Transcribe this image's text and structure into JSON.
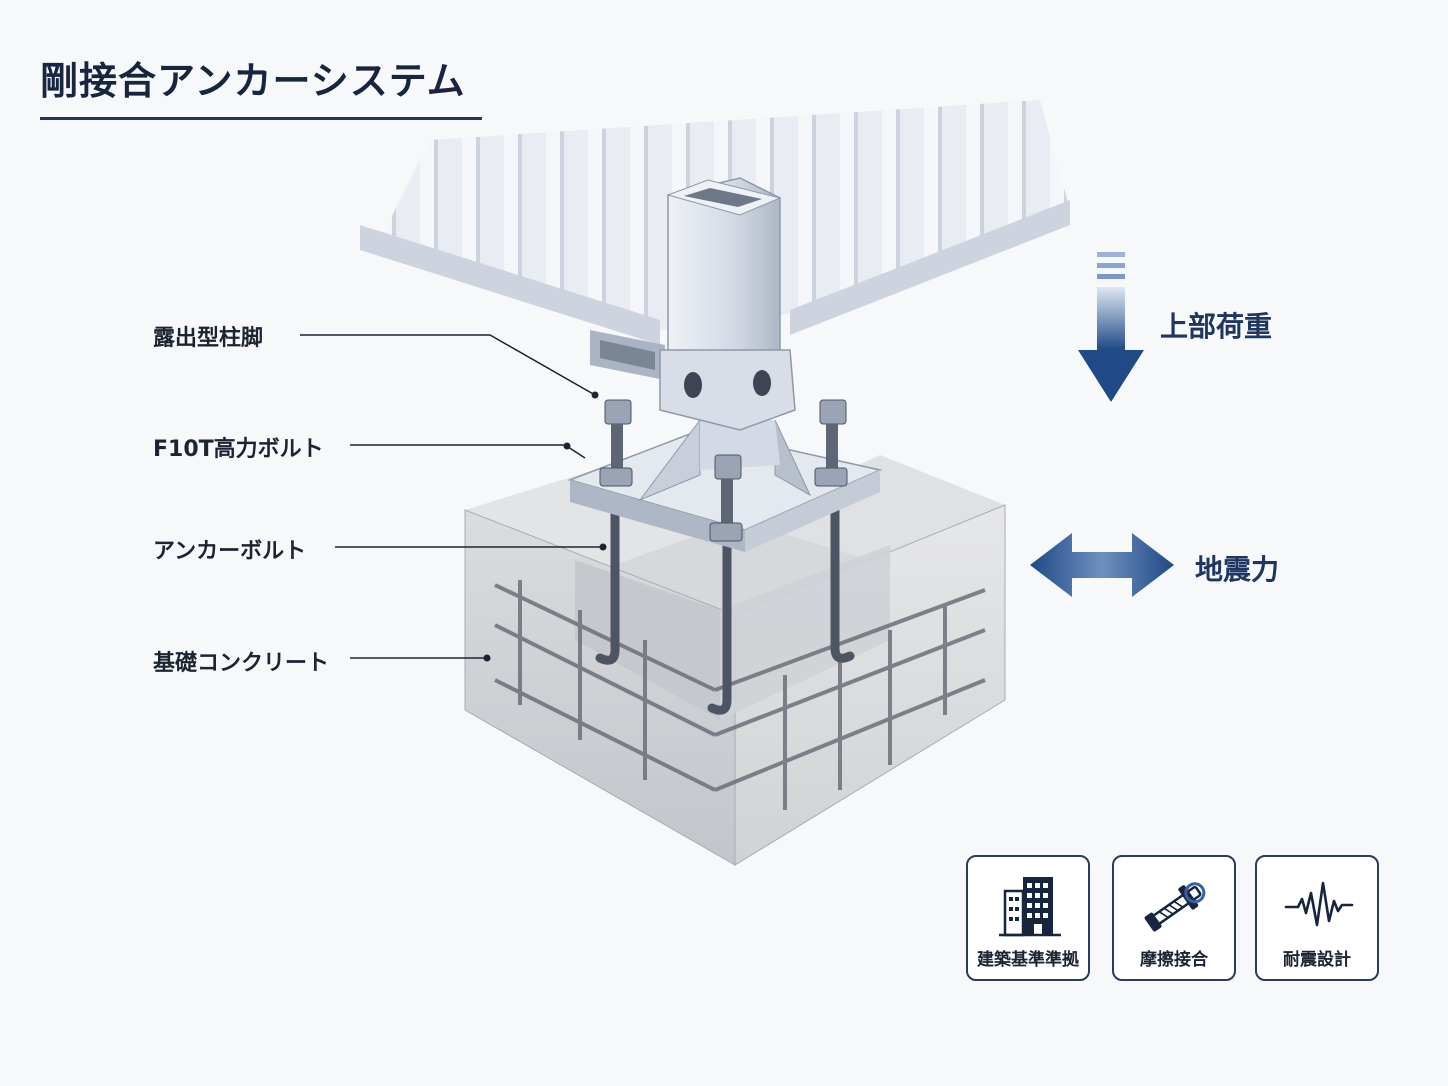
{
  "title": "剛接合アンカーシステム",
  "callouts": {
    "column_base": "露出型柱脚",
    "hs_bolt": "F10T高力ボルト",
    "anchor_bolt": "アンカーボルト",
    "foundation": "基礎コンクリート"
  },
  "forces": {
    "vertical": "上部荷重",
    "horizontal": "地震力"
  },
  "badges": [
    {
      "label": "建築基準準拠",
      "icon": "building-icon"
    },
    {
      "label": "摩擦接合",
      "icon": "bolt-wrench-icon"
    },
    {
      "label": "耐震設計",
      "icon": "seismic-wave-icon"
    }
  ],
  "colors": {
    "accent": "#1f3562",
    "arrow_gradient_top": "#c8d6ea",
    "arrow_gradient_bottom": "#1f4a86",
    "concrete": "#c9ccd1",
    "steel": "#d7dde8"
  }
}
